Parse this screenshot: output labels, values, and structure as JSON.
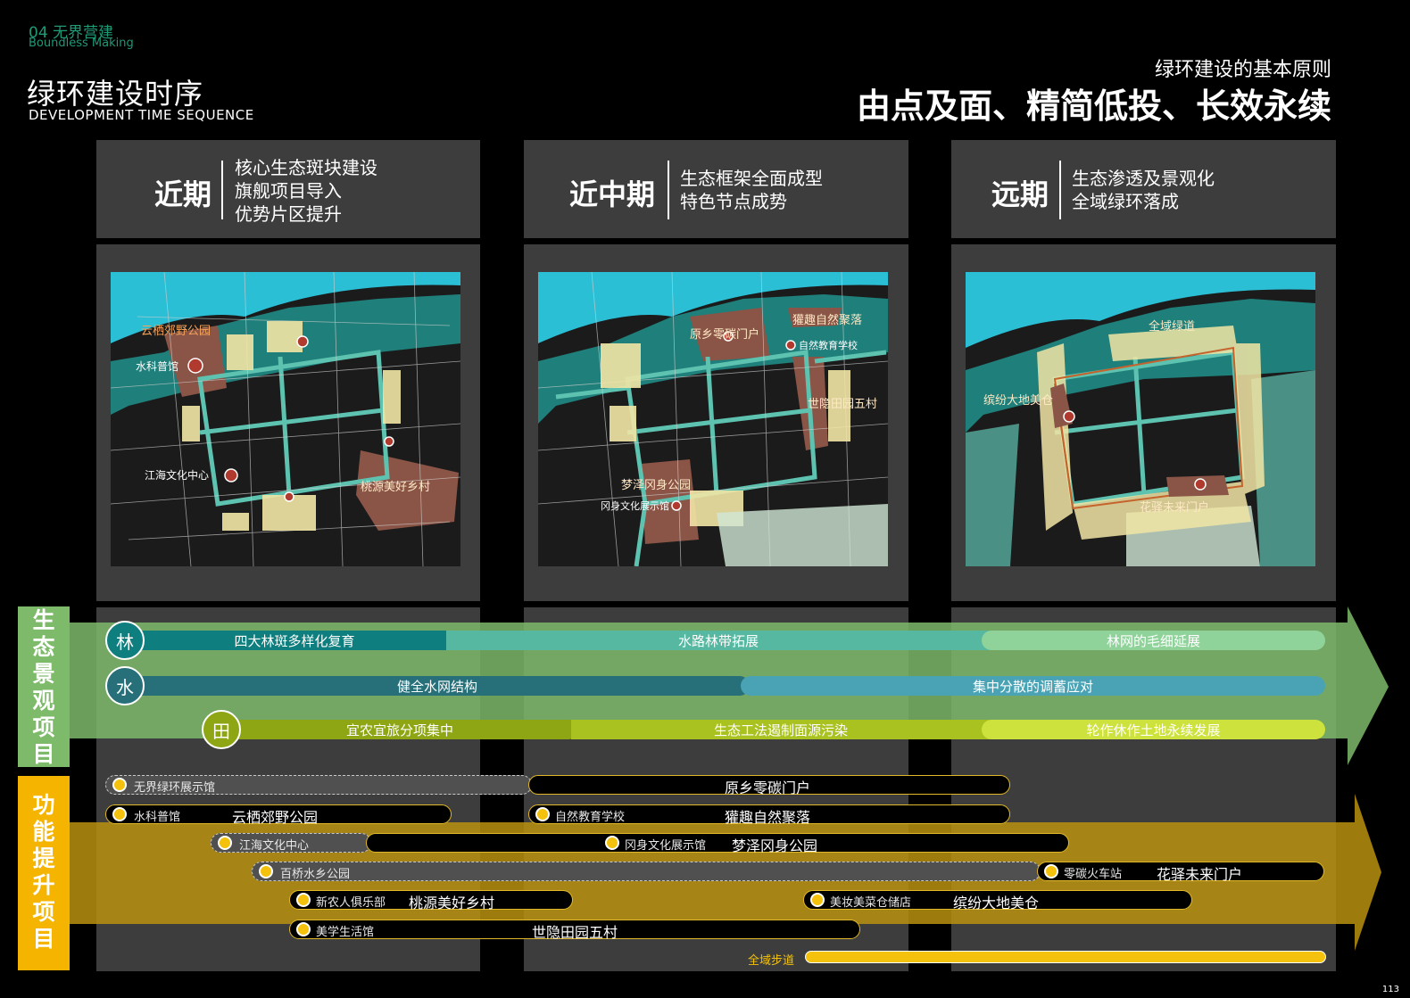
{
  "header": {
    "section_num": "04 无界营建",
    "section_en": "Boundless Making",
    "title_cn": "绿环建设时序",
    "title_en": "DEVELOPMENT TIME SEQUENCE",
    "subtitle_small": "绿环建设的基本原则",
    "subtitle_big": "由点及面、精简低投、长效永续"
  },
  "phases": [
    {
      "name": "近期",
      "lines": [
        "核心生态斑块建设",
        "旗舰项目导入",
        "优势片区提升"
      ]
    },
    {
      "name": "近中期",
      "lines": [
        "生态框架全面成型",
        "特色节点成势"
      ]
    },
    {
      "name": "远期",
      "lines": [
        "生态渗透及景观化",
        "全域绿环落成"
      ]
    }
  ],
  "maps": [
    {
      "labels": [
        "云栖郊野公园",
        "水科普馆",
        "江海文化中心",
        "桃源美好乡村"
      ]
    },
    {
      "labels": [
        "原乡零碳门户",
        "獾趣自然聚落",
        "自然教育学校",
        "世隐田园五村",
        "梦泽冈身公园",
        "冈身文化展示馆"
      ]
    },
    {
      "labels": [
        "全域绿道",
        "缤纷大地美仓",
        "花驿未来门户"
      ]
    }
  ],
  "eco": {
    "side_label": "生态景观项目",
    "color": "#7dba6a",
    "rows": [
      {
        "icon": "林",
        "segments": [
          "四大林斑多样化复育",
          "水路林带拓展",
          "林网的毛细延展"
        ]
      },
      {
        "icon": "水",
        "segments": [
          "健全水网结构",
          "集中分散的调蓄应对"
        ]
      },
      {
        "icon": "田",
        "segments": [
          "宜农宜旅分项集中",
          "生态工法遏制面源污染",
          "轮作休作土地永续发展"
        ]
      }
    ]
  },
  "func": {
    "side_label": "功能提升项目",
    "color": "#f4b400",
    "bars": [
      {
        "small": "无界绿环展示馆",
        "big": "原乡零碳门户"
      },
      {
        "small": "水科普馆",
        "big": "云栖郊野公园"
      },
      {
        "small": "自然教育学校",
        "big": "獾趣自然聚落"
      },
      {
        "small": "江海文化中心",
        "big": ""
      },
      {
        "small": "冈身文化展示馆",
        "big": "梦泽冈身公园"
      },
      {
        "small": "百桥水乡公园",
        "big": ""
      },
      {
        "small": "零碳火车站",
        "big": "花驿未来门户"
      },
      {
        "small": "新农人俱乐部",
        "big": "桃源美好乡村"
      },
      {
        "small": "美妆美菜仓储店",
        "big": "缤纷大地美仓"
      },
      {
        "small": "美学生活馆",
        "big": "世隐田园五村"
      },
      {
        "small": "全域步道",
        "big": ""
      }
    ]
  },
  "page_number": "113"
}
